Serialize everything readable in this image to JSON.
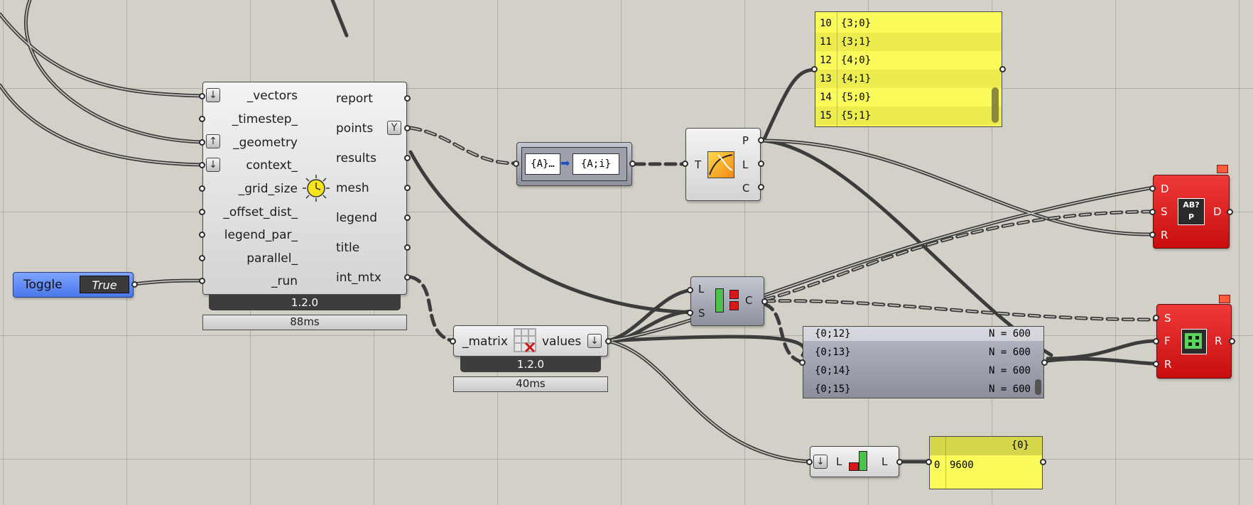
{
  "main_component": {
    "inputs": [
      "_vectors",
      "_timestep_",
      "_geometry",
      "context_",
      "_grid_size",
      "_offset_dist_",
      "legend_par_",
      "parallel_",
      "_run"
    ],
    "outputs": [
      "report",
      "points",
      "results",
      "mesh",
      "legend",
      "title",
      "int_mtx"
    ],
    "version": "1.2.0",
    "time": "88ms"
  },
  "toggle": {
    "label": "Toggle",
    "value": "True"
  },
  "path_mapper": {
    "from": "{A}…",
    "to": "{A;i}"
  },
  "tree_stats": {
    "input": "T",
    "outputs": [
      "P",
      "L",
      "C"
    ]
  },
  "points_panel": {
    "rows": [
      {
        "index": "10",
        "value": "{3;0}"
      },
      {
        "index": "11",
        "value": "{3;1}"
      },
      {
        "index": "12",
        "value": "{4;0}"
      },
      {
        "index": "13",
        "value": "{4;1}"
      },
      {
        "index": "14",
        "value": "{5;0}"
      },
      {
        "index": "15",
        "value": "{5;1}"
      }
    ]
  },
  "dispatch_red": {
    "inputs": [
      "D",
      "S",
      "R"
    ],
    "output": "D",
    "icon_text": "AB?"
  },
  "list_item": {
    "inputs": [
      "L",
      "S"
    ],
    "output": "C"
  },
  "deconstruct_matrix": {
    "input": "_matrix",
    "output": "values",
    "version": "1.2.0",
    "time": "40ms"
  },
  "param_viewer": {
    "rows": [
      {
        "path": "{0;12}",
        "count": "N = 600"
      },
      {
        "path": "{0;13}",
        "count": "N = 600"
      },
      {
        "path": "{0;14}",
        "count": "N = 600"
      },
      {
        "path": "{0;15}",
        "count": "N = 600"
      }
    ]
  },
  "replace_red": {
    "inputs": [
      "S",
      "F",
      "R"
    ],
    "output": "R"
  },
  "list_length": {
    "input": "L",
    "output": "L"
  },
  "length_panel": {
    "header": "{0}",
    "index": "0",
    "value": "9600"
  },
  "colors": {
    "toggle_blue": "#5b8cf5",
    "panel_yellow": "#fafa5a",
    "component_red": "#d91a1a",
    "canvas": "#d3d0c8"
  }
}
